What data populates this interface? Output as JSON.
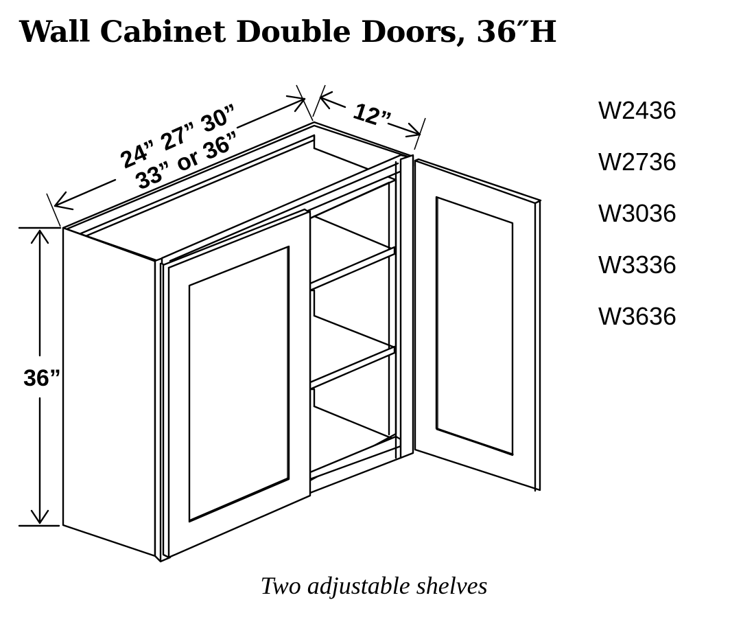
{
  "title": "Wall Cabinet Double Doors, 36″H",
  "dimensions": {
    "width_line1": "24” 27” 30”",
    "width_line2": "33” or 36”",
    "depth": "12”",
    "height": "36”"
  },
  "models": [
    "W2436",
    "W2736",
    "W3036",
    "W3336",
    "W3636"
  ],
  "caption": "Two adjustable shelves",
  "colors": {
    "line": "#000000",
    "background": "#ffffff"
  }
}
